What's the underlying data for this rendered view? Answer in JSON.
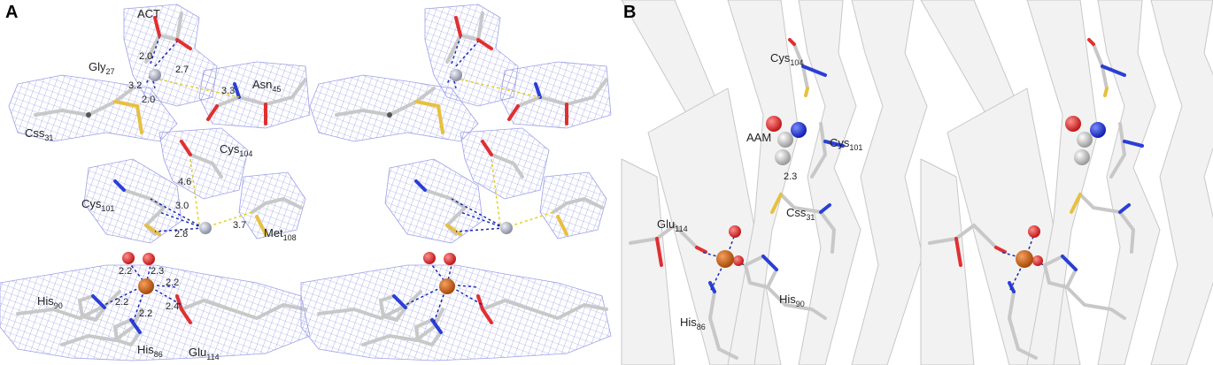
{
  "panels": {
    "a": {
      "letter": "A",
      "labels": {
        "act": "ACT",
        "gly": "Gly",
        "gly_sub": "27",
        "css": "Css",
        "css_sub": "31",
        "asn": "Asn",
        "asn_sub": "45",
        "cys104": "Cys",
        "cys104_sub": "104",
        "cys101": "Cys",
        "cys101_sub": "101",
        "met": "Met",
        "met_sub": "108",
        "his90": "His",
        "his90_sub": "90",
        "his86": "His",
        "his86_sub": "86",
        "glu": "Glu",
        "glu_sub": "114"
      },
      "distances": {
        "d1": "2.0",
        "d2": "2.7",
        "d3": "3.2",
        "d4": "2.0",
        "d5": "3.3",
        "d6": "4.6",
        "d7": "3.0",
        "d8": "2.8",
        "d9": "3.7",
        "d10": "2.2",
        "d11": "2.3",
        "d12": "2.2",
        "d13": "2.2",
        "d14": "2.4",
        "d15": "2.2"
      }
    },
    "b": {
      "letter": "B",
      "labels": {
        "cys104": "Cys",
        "cys104_sub": "104",
        "aam": "AAM",
        "cys101": "Cys",
        "cys101_sub": "101",
        "css": "Css",
        "css_sub": "31",
        "glu": "Glu",
        "glu_sub": "114",
        "his90": "His",
        "his90_sub": "90",
        "his86": "His",
        "his86_sub": "86"
      },
      "distances": {
        "d1": "2.3"
      }
    }
  },
  "colors": {
    "mesh": "#7b7fe0",
    "carbon": "#c8c8c8",
    "nitrogen": "#2a3fd6",
    "oxygen": "#e03030",
    "sulfur": "#e8c040",
    "metal": "#d06a1a",
    "ion": "#b8bccc",
    "hbond_blue": "#1a2ab0",
    "hbond_yellow": "#e0d020",
    "cartoon": "#eeeeee"
  }
}
